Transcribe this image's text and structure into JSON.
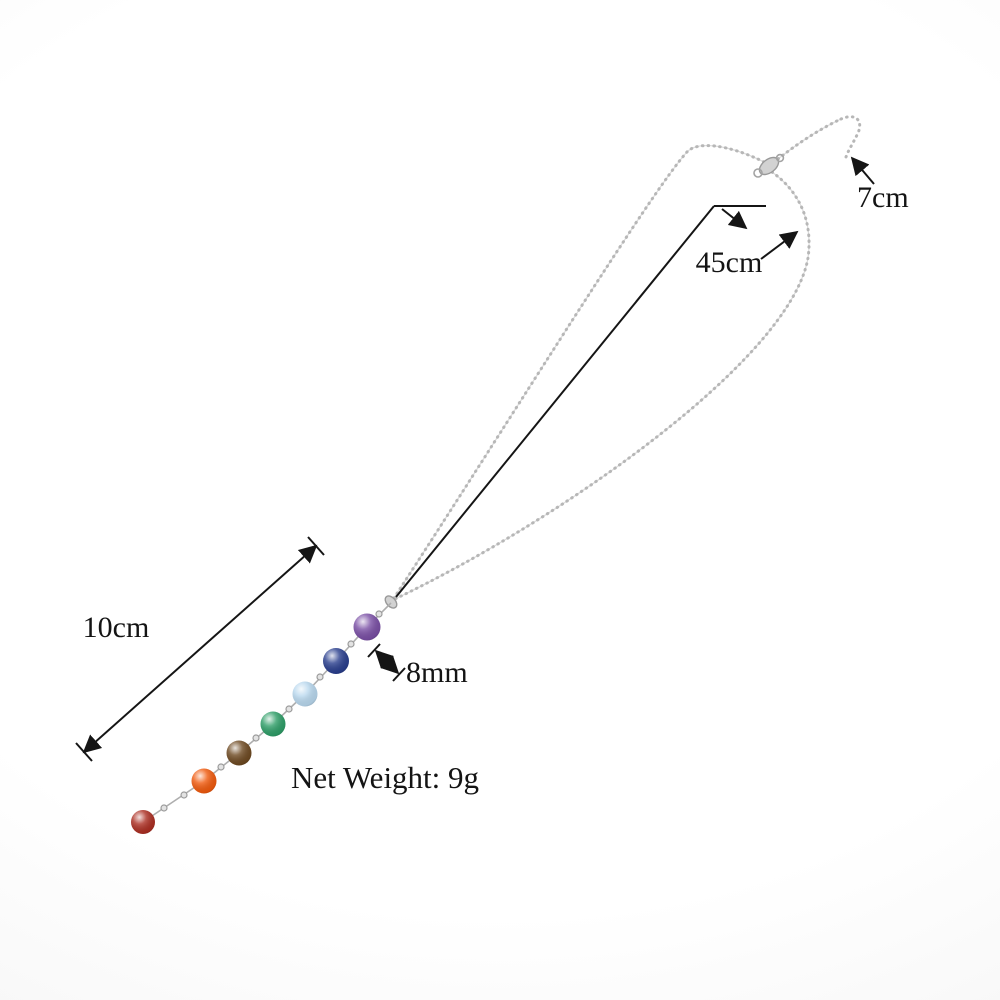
{
  "image": {
    "description": "Product dimension photo of a 7-chakra bead pendant necklace on a white background",
    "background": "#fbfbfb",
    "annotation_color": "#151515"
  },
  "product": {
    "name": "7 chakra bead pendant necklace",
    "chain_color": "#b7b7b7",
    "beads": [
      {
        "name": "amethyst-purple-bead",
        "color": "#7a4fa5"
      },
      {
        "name": "lapis-dark-blue-bead",
        "color": "#2a3f8e"
      },
      {
        "name": "opal-light-blue-bead",
        "color": "#b9d8ee"
      },
      {
        "name": "aventurine-green-bead",
        "color": "#2f9e68"
      },
      {
        "name": "tiger-eye-brown-bead",
        "color": "#6e4a22"
      },
      {
        "name": "carnelian-orange-bead",
        "color": "#f05a0e"
      },
      {
        "name": "red-agate-bead",
        "color": "#ac2f23"
      }
    ]
  },
  "annotations": {
    "extension_length": "7cm",
    "chain_length": "45cm",
    "pendant_length": "10cm",
    "bead_size": "8mm",
    "net_weight": "Net Weight: 9g"
  }
}
